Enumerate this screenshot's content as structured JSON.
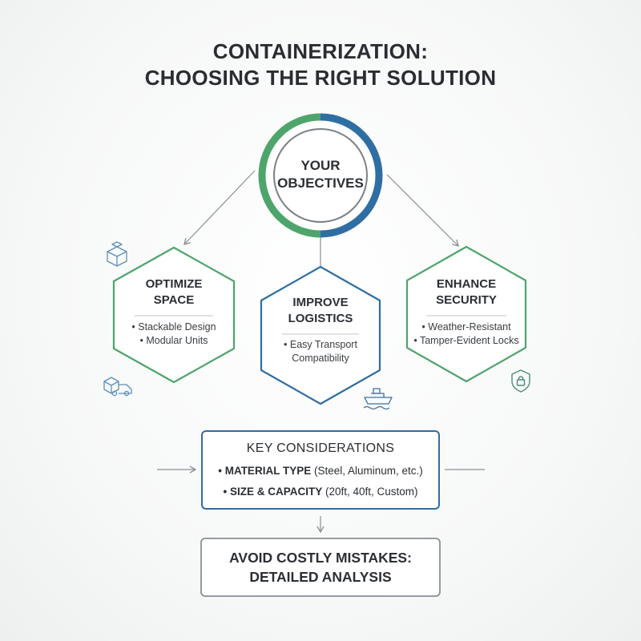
{
  "title": {
    "line1": "CONTAINERIZATION:",
    "line2": "CHOOSING THE RIGHT SOLUTION"
  },
  "center": {
    "line1": "YOUR",
    "line2": "OBJECTIVES"
  },
  "optimize": {
    "title1": "OPTIMIZE",
    "title2": "SPACE",
    "bullets": [
      "• Stackable Design",
      "• Modular Units"
    ]
  },
  "logistics": {
    "title1": "IMPROVE",
    "title2": "LOGISTICS",
    "bullets": [
      "• Easy Transport",
      "Compatibility"
    ]
  },
  "security": {
    "title1": "ENHANCE",
    "title2": "SECURITY",
    "bullets": [
      "• Weather-Resistant",
      "• Tamper-Evident Locks"
    ]
  },
  "key": {
    "title": "KEY CONSIDERATIONS",
    "row1_bold": "• MATERIAL TYPE",
    "row1_rest": " (Steel, Aluminum, etc.)",
    "row2_bold": "• SIZE & CAPACITY",
    "row2_rest": " (20ft, 40ft, Custom)"
  },
  "result": {
    "line1": "AVOID COSTLY MISTAKES:",
    "line2": "DETAILED ANALYSIS"
  },
  "colors": {
    "green": "#4ea56b",
    "blue": "#2f6ea3",
    "gray": "#8a8f94"
  },
  "icons": [
    "box-icon",
    "delivery-truck-icon",
    "ship-icon",
    "shield-lock-icon"
  ]
}
